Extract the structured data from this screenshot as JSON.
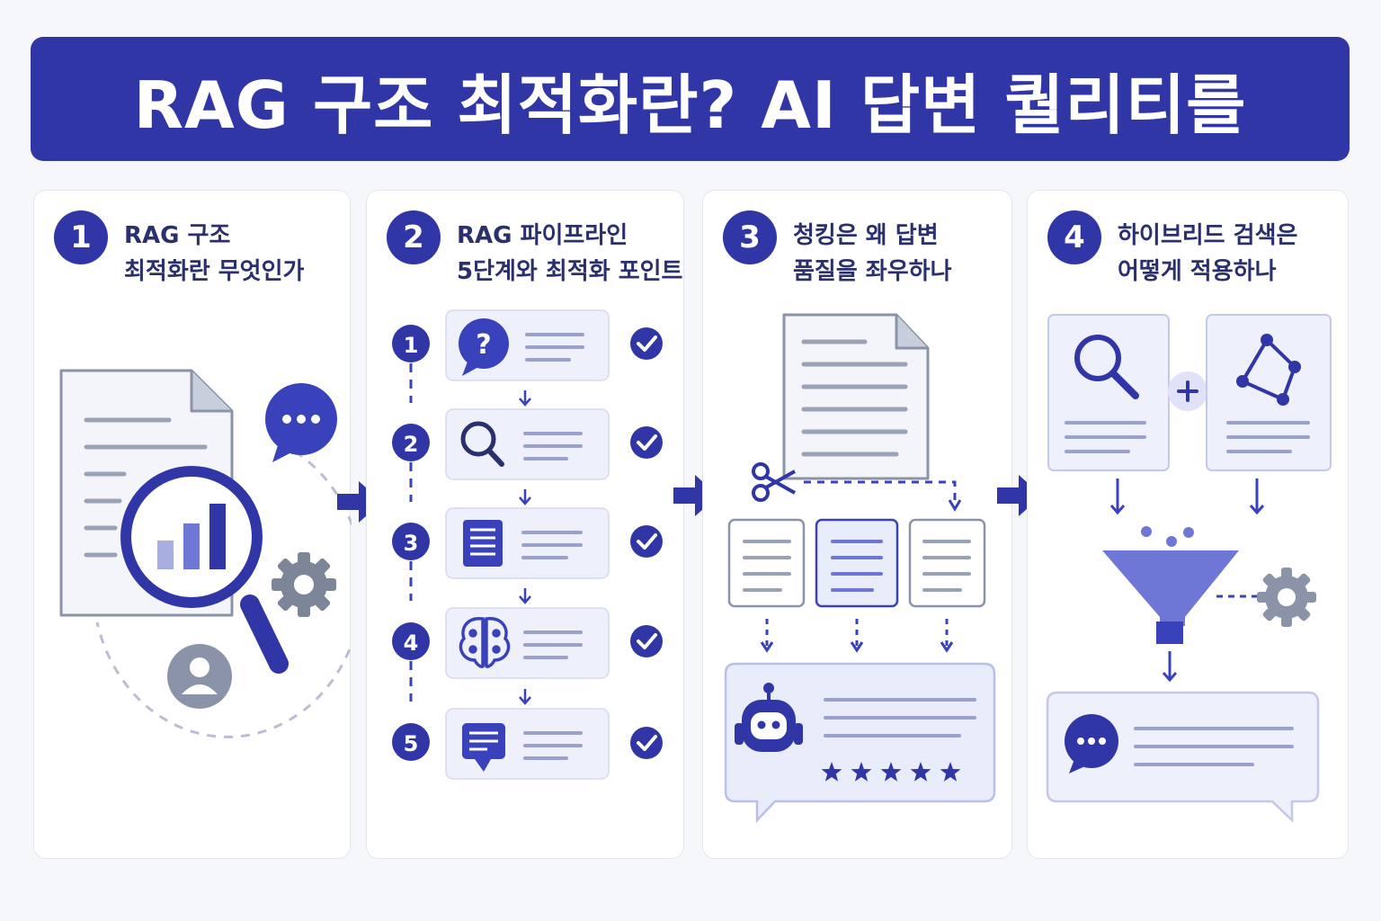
{
  "banner": {
    "title": "RAG 구조 최적화란? AI 답변 퀄리티를"
  },
  "panels": [
    {
      "number": "1",
      "title_line1": "RAG 구조",
      "title_line2": "최적화란 무엇인가"
    },
    {
      "number": "2",
      "title_line1": "RAG 파이프라인",
      "title_line2": "5단계와 최적화 포인트"
    },
    {
      "number": "3",
      "title_line1": "청킹은 왜 답변",
      "title_line2": "품질을 좌우하나"
    },
    {
      "number": "4",
      "title_line1": "하이브리드 검색은",
      "title_line2": "어떻게 적용하나"
    }
  ],
  "pipeline": {
    "steps": [
      {
        "number": "1",
        "icon": "question-bubble-icon"
      },
      {
        "number": "2",
        "icon": "search-icon"
      },
      {
        "number": "3",
        "icon": "document-icon"
      },
      {
        "number": "4",
        "icon": "brain-icon"
      },
      {
        "number": "5",
        "icon": "chat-icon"
      }
    ]
  },
  "colors": {
    "primary": "#3036a6",
    "accent": "#4a52c8",
    "light": "#e9ecfb",
    "gray": "#8a93a8"
  },
  "rating": {
    "stars": 5,
    "max": 5
  }
}
